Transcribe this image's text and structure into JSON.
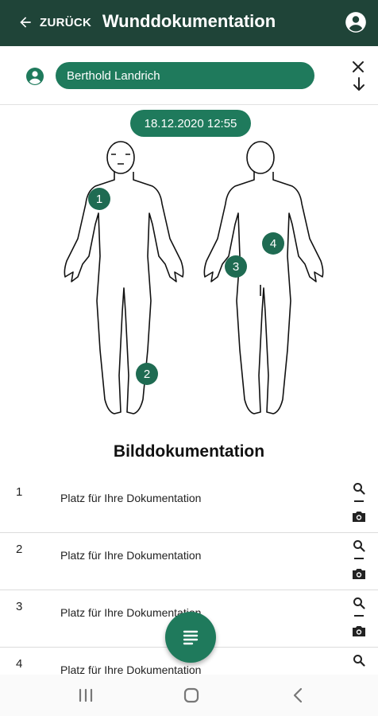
{
  "header": {
    "back_label": "ZURÜCK",
    "title": "Wunddokumentation",
    "back_icon": "arrow-left-icon",
    "account_icon": "account-circle-icon"
  },
  "patient": {
    "name": "Berthold Landrich",
    "icon": "account-circle-icon"
  },
  "date": "18.12.2020 12:55",
  "markers": [
    {
      "label": "1"
    },
    {
      "label": "2"
    },
    {
      "label": "3"
    },
    {
      "label": "4"
    }
  ],
  "section_title": "Bilddokumentation",
  "documentation": [
    {
      "number": "1",
      "text": "Platz für Ihre Dokumentation"
    },
    {
      "number": "2",
      "text": "Platz für Ihre Dokumentation"
    },
    {
      "number": "3",
      "text": "Platz für Ihre Dokumentation"
    },
    {
      "number": "4",
      "text": "Platz für Ihre Dokumentation"
    }
  ],
  "colors": {
    "header_bg": "#1f4438",
    "accent": "#1f7a5c",
    "marker": "#1f6b52"
  }
}
